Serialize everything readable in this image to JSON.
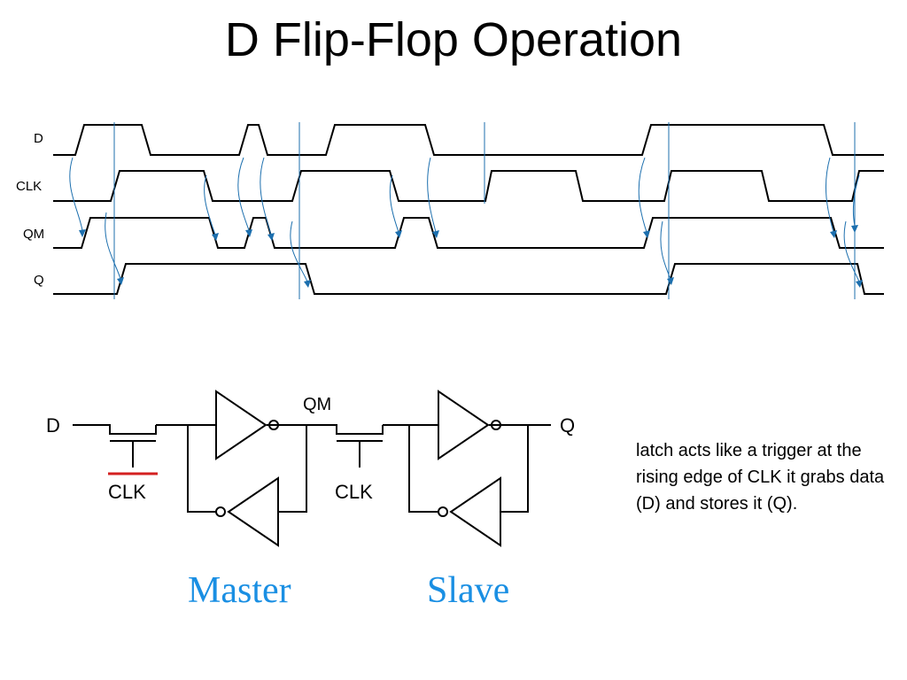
{
  "title": "D Flip-Flop Operation",
  "timing": {
    "signals": [
      "D",
      "CLK",
      "QM",
      "Q"
    ]
  },
  "circuit": {
    "input_label": "D",
    "output_label": "Q",
    "internal_node_label": "QM",
    "master_clock_label": "CLK",
    "slave_clock_label": "CLK",
    "master_label": "Master",
    "slave_label": "Slave",
    "colors": {
      "section_label": "#1a8fe3",
      "clock_bar_highlight": "#d42020",
      "causality_arrow": "#1c6fae"
    }
  },
  "description": "latch acts like a trigger at the rising edge of CLK it grabs data (D) and stores it (Q)."
}
